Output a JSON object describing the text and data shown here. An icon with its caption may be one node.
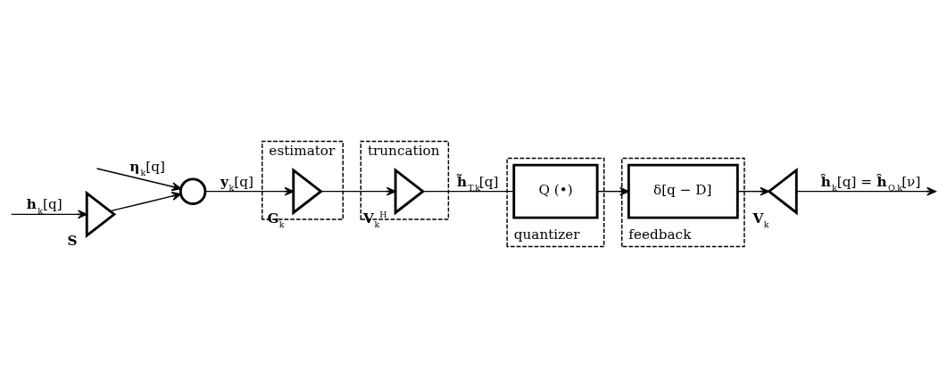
{
  "diagram": {
    "nodes": [
      {
        "text": [],
        "shape": "triangle",
        "beside": [
          "**S**"
        ]
      },
      {
        "text": [],
        "shape": "circle"
      },
      {
        "text": [
          "estimator"
        ]
      },
      {
        "text": [],
        "shape": "triangle",
        "beside": [
          "**G**$_{k}$"
        ],
        "in": 2
      },
      {
        "text": [
          "truncation"
        ]
      },
      {
        "text": [],
        "shape": "triangle",
        "beside": [
          "**V**$_{k}$$^{H}$"
        ],
        "in": 4
      },
      {
        "text": [
          "quantizer"
        ]
      },
      {
        "text": [
          "Q (•)"
        ],
        "in": 6
      },
      {
        "text": [
          "feedback"
        ]
      },
      {
        "text": [
          "δ[q − D]"
        ],
        "in": 8
      },
      {
        "text": [],
        "shape": "triangle",
        "beside": [
          "**V**$_{k}$"
        ]
      }
    ],
    "edges": [
      {
        "from": null,
        "to": 0,
        "arrow": "to",
        "label": "**h**$_{k}$[q]"
      },
      {
        "from": 0,
        "to": 1,
        "arrow": "to"
      },
      {
        "from": null,
        "to": 1,
        "arrow": "to",
        "label": "**η**$_{k}$[q]"
      },
      {
        "from": 1,
        "to": 3,
        "arrow": "to",
        "label": "**y**$_{k}$[q]"
      },
      {
        "from": 3,
        "to": 5,
        "arrow": "to"
      },
      {
        "from": 5,
        "to": 7,
        "arrow": "none",
        "label": "**h̃**$_{T,k}$[q]"
      },
      {
        "from": 7,
        "to": 9,
        "arrow": "to"
      },
      {
        "from": 9,
        "to": 10,
        "arrow": "to"
      },
      {
        "from": 10,
        "to": null,
        "arrow": "to",
        "label": "**ĥ**$_{k}$[q] = **ĥ**$_{Q,k}$[ν]"
      }
    ]
  }
}
